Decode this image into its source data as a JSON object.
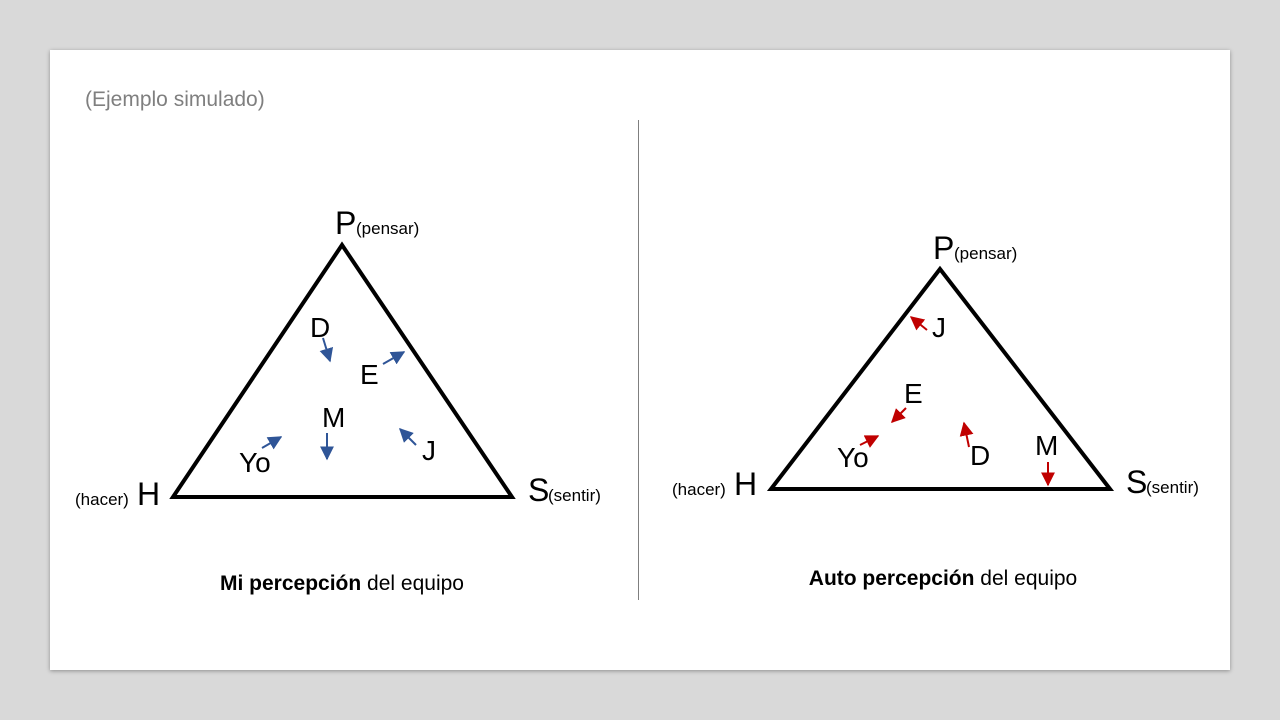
{
  "note": "(Ejemplo simulado)",
  "colors": {
    "left_arrows": "#2f5597",
    "right_arrows": "#c00000"
  },
  "panels": [
    {
      "vertices": {
        "top": {
          "letter": "P",
          "sub": "(pensar)"
        },
        "left": {
          "letter": "H",
          "sub": "(hacer)"
        },
        "right": {
          "letter": "S",
          "sub": "(sentir)"
        }
      },
      "members": [
        {
          "id": "d",
          "label": "D"
        },
        {
          "id": "e",
          "label": "E"
        },
        {
          "id": "m",
          "label": "M"
        },
        {
          "id": "j",
          "label": "J"
        },
        {
          "id": "yo",
          "label": "Yo"
        }
      ],
      "caption": {
        "bold": "Mi percepción",
        "rest": " del equipo"
      }
    },
    {
      "vertices": {
        "top": {
          "letter": "P",
          "sub": "(pensar)"
        },
        "left": {
          "letter": "H",
          "sub": "(hacer)"
        },
        "right": {
          "letter": "S",
          "sub": "(sentir)"
        }
      },
      "members": [
        {
          "id": "j",
          "label": "J"
        },
        {
          "id": "e",
          "label": "E"
        },
        {
          "id": "yo",
          "label": "Yo"
        },
        {
          "id": "d",
          "label": "D"
        },
        {
          "id": "m",
          "label": "M"
        }
      ],
      "caption": {
        "bold": "Auto percepción",
        "rest": " del equipo"
      }
    }
  ]
}
